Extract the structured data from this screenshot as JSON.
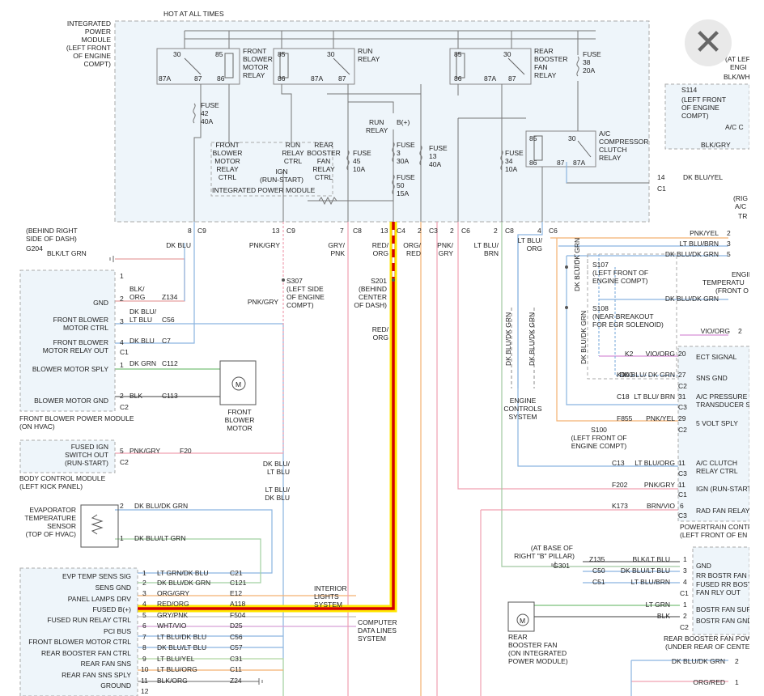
{
  "header": {
    "hot": "HOT AT ALL TIMES"
  },
  "ipm": {
    "title": [
      "INTEGRATED",
      "POWER",
      "MODULE",
      "(LEFT FRONT",
      "OF ENGINE",
      "COMPT)"
    ],
    "inner": [
      "INTEGRATED POWER MODULE"
    ]
  },
  "relays": {
    "fb": {
      "pins": [
        "30",
        "85",
        "87A",
        "87",
        "86"
      ],
      "label": [
        "FRONT",
        "BLOWER",
        "MOTOR",
        "RELAY"
      ]
    },
    "run": {
      "pins": [
        "85",
        "30",
        "86",
        "87A",
        "87"
      ],
      "label": [
        "RUN",
        "RELAY"
      ]
    },
    "rb": {
      "pins": [
        "85",
        "30",
        "86",
        "87A",
        "87"
      ],
      "label": [
        "REAR",
        "BOOSTER",
        "FAN",
        "RELAY"
      ]
    },
    "ac": {
      "pins": [
        "85",
        "30",
        "86",
        "87",
        "87A"
      ],
      "label": [
        "A/C",
        "COMPRESSOR",
        "CLUTCH",
        "RELAY"
      ]
    },
    "run2": [
      "RUN",
      "RELAY"
    ]
  },
  "fuses": {
    "f42": [
      "FUSE",
      "42",
      "40A"
    ],
    "f38": [
      "FUSE",
      "38",
      "20A"
    ],
    "f45": [
      "FUSE",
      "45",
      "10A"
    ],
    "f3": [
      "FUSE",
      "3",
      "30A"
    ],
    "f50": [
      "FUSE",
      "50",
      "15A"
    ],
    "f13": [
      "FUSE",
      "13",
      "40A"
    ],
    "f34": [
      "FUSE",
      "34",
      "10A"
    ]
  },
  "ctrl": {
    "fb": [
      "FRONT",
      "BLOWER",
      "MOTOR",
      "RELAY",
      "CTRL"
    ],
    "run": [
      "RUN",
      "RELAY",
      "CTRL"
    ],
    "rb": [
      "REAR",
      "BOOSTER",
      "FAN",
      "RELAY",
      "CTRL"
    ],
    "ign": [
      "IGN",
      "(RUN-START)"
    ],
    "bplus": "B(+)"
  },
  "pins_top": [
    "8",
    "C9",
    "13",
    "C9",
    "7",
    "C8",
    "13",
    "C4",
    "2",
    "C3",
    "2",
    "C6",
    "2",
    "C8",
    "4",
    "C6"
  ],
  "wires_top": [
    [
      "DK BLU"
    ],
    [
      "PNK/GRY"
    ],
    [
      "GRY/",
      "PNK"
    ],
    [
      "RED/",
      "ORG"
    ],
    [
      "ORG/",
      "RED"
    ],
    [
      "PNK/",
      "GRY"
    ],
    [
      "LT BLU/",
      "BRN"
    ],
    [
      "LT BLU/",
      "ORG"
    ]
  ],
  "g204": {
    "text": [
      "(BEHIND RIGHT",
      "SIDE OF DASH)",
      "G204"
    ],
    "wire": "BLK/LT GRN"
  },
  "s307": [
    "S307",
    "(LEFT SIDE",
    "OF ENGINE",
    "COMPT)"
  ],
  "s307_wire": "PNK/GRY",
  "s201": [
    "S201",
    "(BEHIND",
    "CENTER",
    "OF DASH)"
  ],
  "s201_wire": [
    "RED/",
    "ORG"
  ],
  "fbpm": {
    "pins": [
      "1",
      "2",
      "3",
      "4",
      "C1",
      "1",
      "2",
      "C2"
    ],
    "labels": [
      "GND",
      "FRONT BLOWER",
      "MOTOR CTRL",
      "FRONT BLOWER",
      "MOTOR RELAY OUT",
      "BLOWER MOTOR SPLY",
      "BLOWER MOTOR GND"
    ],
    "wires": [
      [
        "BLK/",
        "ORG"
      ],
      [
        "DK BLU/",
        "LT BLU"
      ],
      [
        "DK BLU"
      ],
      [
        "DK GRN"
      ],
      [
        "BLK"
      ]
    ],
    "circuits": [
      "Z134",
      "C56",
      "C7",
      "C112",
      "C113"
    ],
    "title": [
      "FRONT BLOWER POWER MODULE",
      "(ON HVAC)"
    ]
  },
  "motor": {
    "symbol": "M",
    "label": [
      "FRONT",
      "BLOWER",
      "MOTOR"
    ]
  },
  "bcm": {
    "labels": [
      "FUSED IGN",
      "SWITCH OUT",
      "(RUN-START)"
    ],
    "pin": "5",
    "conn": "C2",
    "wire": "PNK/GRY",
    "circuit": "F20",
    "title": [
      "BODY CONTROL MODULE",
      "(LEFT KICK PANEL)"
    ]
  },
  "midwires": [
    [
      "DK BLU/",
      "LT BLU"
    ],
    [
      "LT BLU/",
      "DK BLU"
    ]
  ],
  "evap": {
    "title": [
      "EVAPORATOR",
      "TEMPERATURE",
      "SENSOR",
      "(TOP OF HVAC)"
    ],
    "pins": [
      "2",
      "1"
    ],
    "wires": [
      "DK BLU/DK GRN",
      "DK BLU/LT GRN"
    ]
  },
  "hvac": {
    "labels": [
      "EVP TEMP SENS SIG",
      "SENS GND",
      "PANEL LAMPS DRV",
      "FUSED B(+)",
      "FUSED RUN RELAY CTRL",
      "PCI BUS",
      "FRONT BLOWER MOTOR CTRL",
      "REAR BOOSTER FAN CTRL",
      "REAR FAN SNS",
      "REAR FAN SNS SPLY",
      "GROUND"
    ],
    "pins": [
      "1",
      "2",
      "3",
      "4",
      "5",
      "6",
      "7",
      "8",
      "9",
      "10",
      "11",
      "12"
    ],
    "wires": [
      "LT GRN/DK BLU",
      "DK BLU/DK GRN",
      "ORG/GRY",
      "RED/ORG",
      "GRY/PNK",
      "WHT/VIO",
      "LT BLU/DK BLU",
      "DK BLU/LT BLU",
      "LT BLU/YEL",
      "LT BLU/ORG",
      "BLK/ORG"
    ],
    "circuits": [
      "C21",
      "C121",
      "E12",
      "A118",
      "F504",
      "D25",
      "C56",
      "C57",
      "C31",
      "C11",
      "Z24"
    ]
  },
  "interior": [
    "INTERIOR",
    "LIGHTS",
    "SYSTEM"
  ],
  "cdl": [
    "COMPUTER",
    "DATA LINES",
    "SYSTEM"
  ],
  "ecs": {
    "wires": [
      "DK BLU/DK GRN",
      "DK BLU/DK GRN",
      "DK BLU/DK GRN",
      "DK BLU/DK GRN"
    ],
    "label": [
      "ENGINE",
      "CONTROLS",
      "SYSTEM"
    ]
  },
  "s107": [
    "S107",
    "(LEFT FRONT OF",
    "ENGINE COMPT)"
  ],
  "s108": [
    "S108",
    "(NEAR BREAKOUT",
    "FOR EGR SOLENOID)"
  ],
  "s100": [
    "S100",
    "(LEFT FRONT OF",
    "ENGINE COMPT)"
  ],
  "s114": [
    "S114",
    "(LEFT FRONT",
    "OF ENGINE",
    "COMPT)"
  ],
  "right_top": {
    "a": [
      "(AT LEF",
      "ENGI",
      "BLK/WH"
    ],
    "ac": "A/C C",
    "blkgry": "BLK/GRY",
    "pin14": "14",
    "dkbluyel": "DK BLU/YEL",
    "c1": "C1",
    "rt": [
      "(RIG",
      "A/C",
      "TR"
    ]
  },
  "right_wires": [
    {
      "name": "PNK/YEL",
      "pin": "2"
    },
    {
      "name": "LT BLU/BRN",
      "pin": "3"
    },
    {
      "name": "DK BLU/DK GRN",
      "pin": "5"
    }
  ],
  "eng_temp": [
    "ENGINE C",
    "TEMPERATU",
    "(FRONT O"
  ],
  "dkbludkgrn2": "DK BLU/DK GRN",
  "violorg": {
    "name": "VIO/ORG",
    "pin": "2"
  },
  "pcm": {
    "rows": [
      {
        "circuit": "K2",
        "wire": "VIO/ORG",
        "pin": "20",
        "label": "ECT SIGNAL"
      },
      {
        "circuit": "K900",
        "wire": "DK BLU/ DK GRN",
        "pin": "27",
        "label": "SNS GND"
      },
      {
        "circuit": "C18",
        "wire": "LT BLU/ BRN",
        "pin": "31",
        "label": "A/C PRESSURE TRANSDUCER SIG"
      },
      {
        "circuit": "F855",
        "wire": "PNK/YEL",
        "pin": "29",
        "label": "5 VOLT SPLY"
      },
      {
        "circuit": "C13",
        "wire": "LT BLU/ORG",
        "pin": "11",
        "label": "A/C CLUTCH RELAY CTRL"
      },
      {
        "circuit": "F202",
        "wire": "PNK/GRY",
        "pin": "11",
        "label": "IGN (RUN-START"
      },
      {
        "circuit": "K173",
        "wire": "BRN/VIO",
        "pin": "6",
        "label": "RAD FAN RELAY"
      }
    ],
    "conns": [
      "C2",
      "C3",
      "C2",
      "C3",
      "C1",
      "C3"
    ],
    "title": [
      "POWERTRAIN CONTR",
      "(LEFT FRONT OF EN"
    ]
  },
  "g301": {
    "text": [
      "(AT BASE OF",
      "RIGHT \"B\" PILLAR)",
      "G301"
    ],
    "circuits": [
      "Z135",
      "C50",
      "C51"
    ],
    "wires": [
      "BLK/LT BLU",
      "DK BLU/LT BLU",
      "LT BLU/BRN"
    ],
    "pins": [
      "1",
      "3",
      "4"
    ],
    "conn": "C1"
  },
  "rbfpm": {
    "labels": [
      "GND",
      "RR BOSTR FAN CO",
      "FUSED RR BOSTR",
      "FAN RLY OUT",
      "BOSTR FAN SUP",
      "BOSTR FAN GND"
    ],
    "pins": [
      "1",
      "2"
    ],
    "conn": "C2",
    "wires": [
      "LT GRN",
      "BLK"
    ],
    "title": [
      "REAR BOOSTER FAN POWE",
      "(UNDER REAR OF CENTER"
    ]
  },
  "rbmotor": {
    "symbol": "M",
    "label": [
      "REAR",
      "BOOSTER FAN",
      "(ON INTEGRATED",
      "POWER MODULE)"
    ]
  },
  "bottom": {
    "w1": "DK BLU/DK GRN",
    "p1": "2",
    "w2": "ORG/RED",
    "p2": "1"
  },
  "colors": {
    "highlight_red": "#d40000",
    "highlight_yellow": "#ffe600",
    "module_fill": "#eef5fa"
  }
}
